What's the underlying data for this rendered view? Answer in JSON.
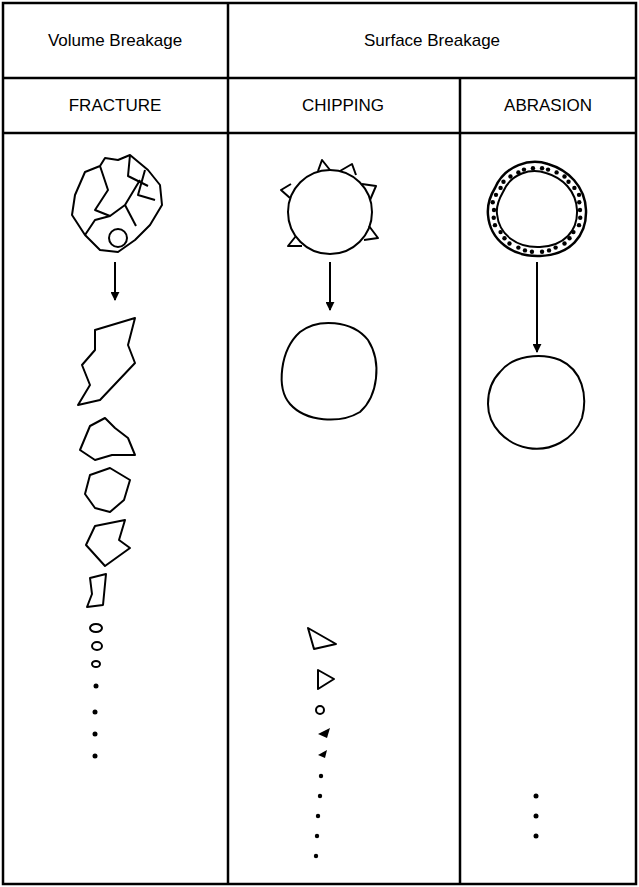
{
  "diagram": {
    "labels": [
      "Volume Breakage",
      "Surface Breakage",
      "FRACTURE",
      "CHIPPING",
      "ABRASION"
    ]
  }
}
